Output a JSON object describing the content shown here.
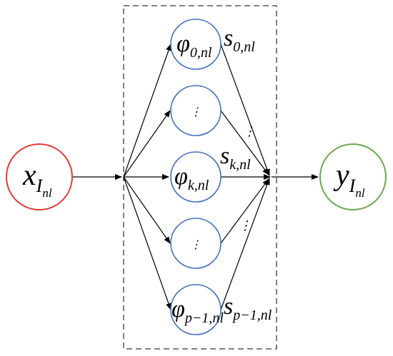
{
  "input_node": {
    "symbol": "x",
    "sub": "I",
    "subsub": "nl",
    "stroke": "#e53935"
  },
  "output_node": {
    "symbol": "y",
    "sub": "I",
    "subsub": "nl",
    "stroke": "#6aa84f"
  },
  "basis_nodes": [
    {
      "symbol": "φ",
      "sub": "0,",
      "subsub": "nl",
      "ellipsis": ""
    },
    {
      "symbol": "",
      "sub": "",
      "subsub": "",
      "ellipsis": "⋮"
    },
    {
      "symbol": "φ",
      "sub": "k",
      "subsub": ",nl",
      "ellipsis": ""
    },
    {
      "symbol": "",
      "sub": "",
      "subsub": "",
      "ellipsis": "⋮"
    },
    {
      "symbol": "φ",
      "sub": "p−1,",
      "subsub": "nl",
      "ellipsis": ""
    }
  ],
  "weights": [
    {
      "symbol": "s",
      "sub": "0,",
      "subsub": "nl"
    },
    {
      "symbol": "",
      "sub": "",
      "subsub": "",
      "dots": "⋮"
    },
    {
      "symbol": "s",
      "sub": "k",
      "subsub": ",nl"
    },
    {
      "symbol": "",
      "sub": "",
      "subsub": "",
      "dots": "⋮"
    },
    {
      "symbol": "s",
      "sub": "p−1,",
      "subsub": "nl"
    }
  ],
  "colors": {
    "basis_stroke": "#4472c4",
    "edges": "#000000",
    "box": "#000000"
  }
}
